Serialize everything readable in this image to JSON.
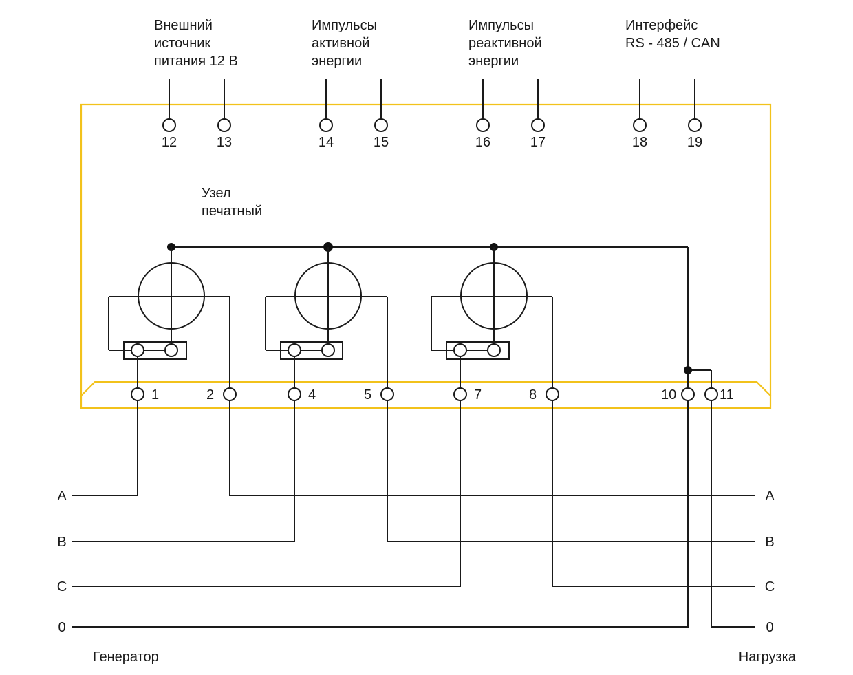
{
  "colors": {
    "housing": "#f2c21b",
    "wire": "#1a1a1a",
    "background": "#ffffff"
  },
  "header_labels": {
    "ext_power": [
      "Внешний",
      "источник",
      "питания 12 В"
    ],
    "active_pulses": [
      "Импульсы",
      "активной",
      "энергии"
    ],
    "reactive_pulses": [
      "Импульсы",
      "реактивной",
      "энергии"
    ],
    "interface": [
      "Интерфейс",
      "RS - 485 / CAN"
    ]
  },
  "top_terminals": [
    "12",
    "13",
    "14",
    "15",
    "16",
    "17",
    "18",
    "19"
  ],
  "board_label": [
    "Узел",
    "печатный"
  ],
  "bottom_terminals": [
    "1",
    "2",
    "4",
    "5",
    "7",
    "8",
    "10",
    "11"
  ],
  "lines_left": [
    "A",
    "B",
    "C",
    "0"
  ],
  "lines_right": [
    "A",
    "B",
    "C",
    "0"
  ],
  "footer": {
    "generator": "Генератор",
    "load": "Нагрузка"
  }
}
